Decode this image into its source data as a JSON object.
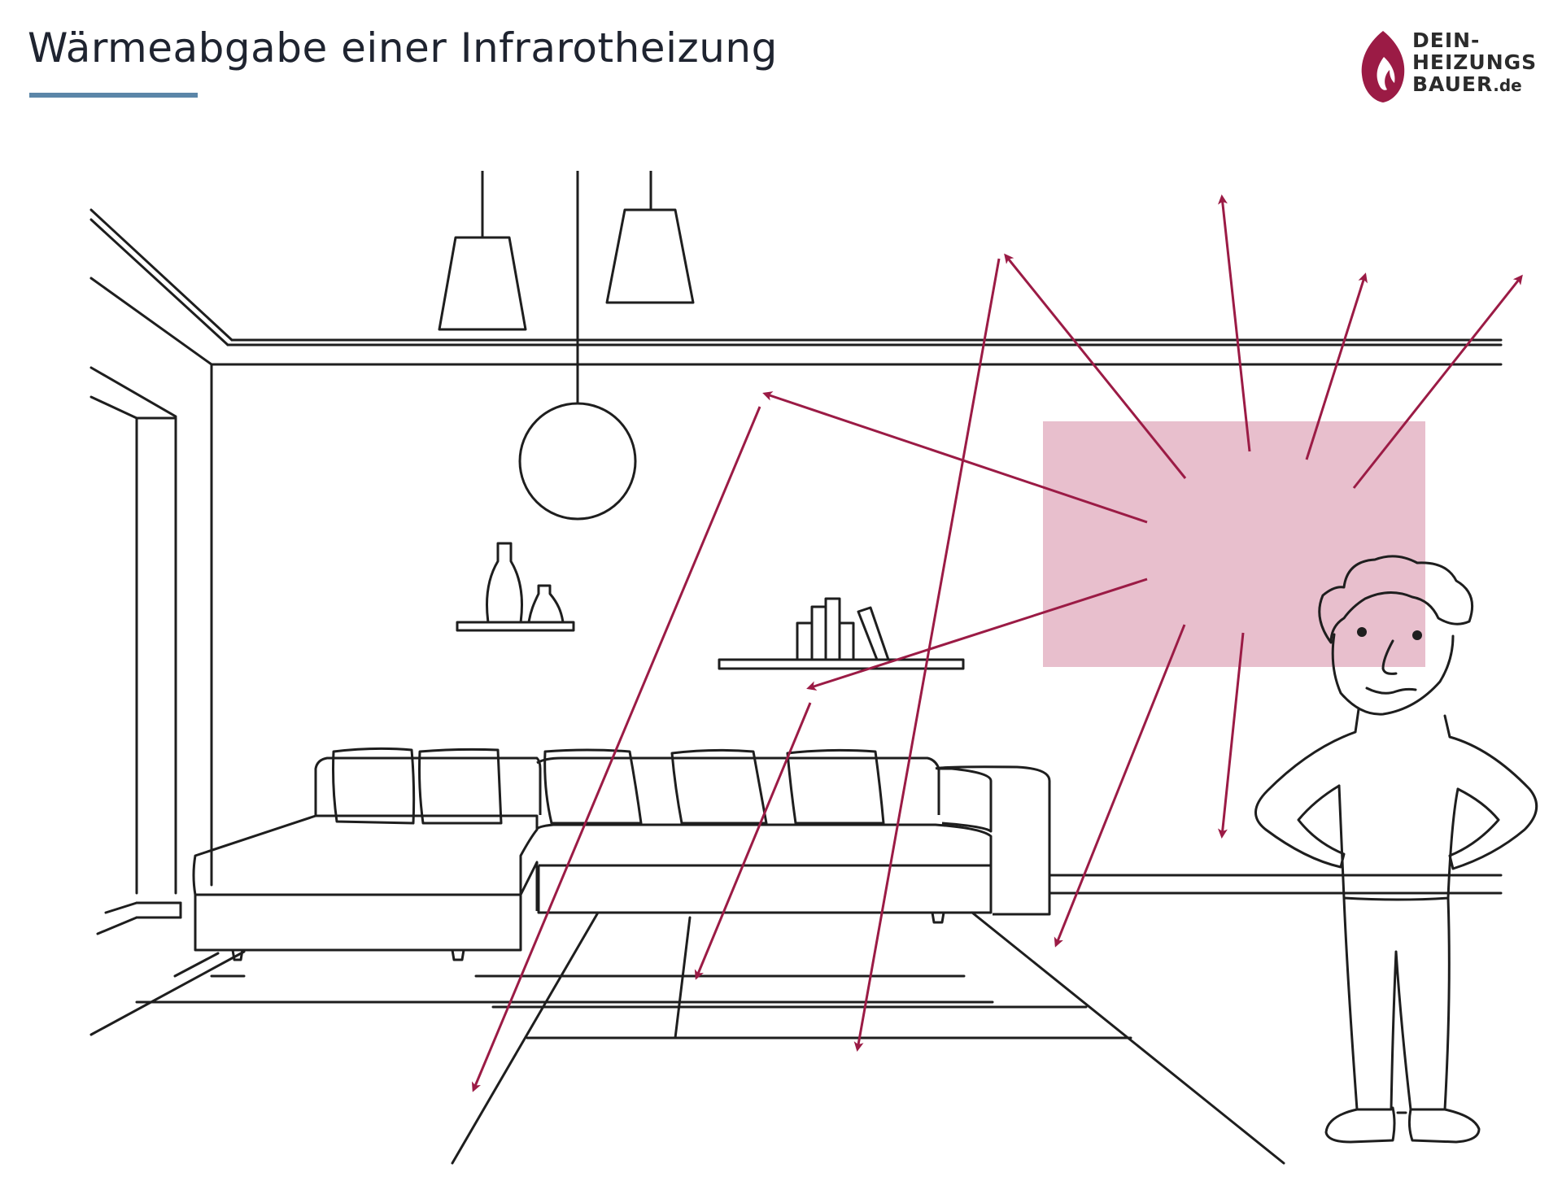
{
  "title": "Wärmeabgabe einer Infrarotheizung",
  "logo": {
    "line1": "DEIN-",
    "line2": "HEIZUNGS",
    "line3": "BAUER",
    "suffix": ".de",
    "flame_icon": "flame-drop-icon"
  },
  "colors": {
    "title_underline": "#5b86a8",
    "heater_panel": "#e8bfcd",
    "arrow": "#9b1b45",
    "line_art": "#1e1e1e",
    "logo_flame": "#9b1b45"
  }
}
